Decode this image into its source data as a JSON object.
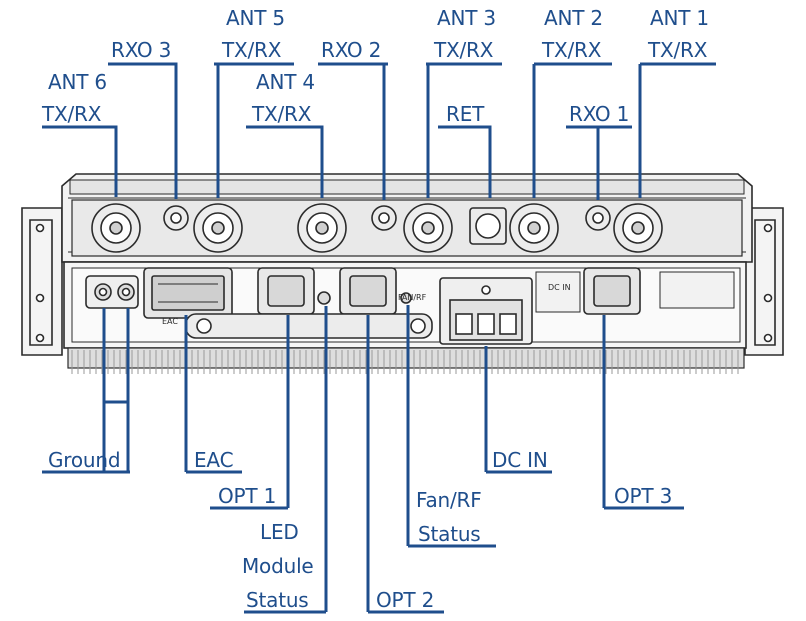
{
  "colors": {
    "callout": "#1f4e8c",
    "outline": "#2b2b2b",
    "fill": "#ececec",
    "fin": "#9a9a9a"
  },
  "labels": {
    "ant5": "ANT 5",
    "ant3": "ANT 3",
    "ant2": "ANT 2",
    "ant1": "ANT 1",
    "txrx": "TX/RX",
    "rxo3": "RXO 3",
    "rxo2": "RXO 2",
    "rxo1": "RXO 1",
    "ant6": "ANT 6",
    "ant4": "ANT 4",
    "ret": "RET",
    "ground": "Ground",
    "eac": "EAC",
    "opt1": "OPT 1",
    "led_module_status": [
      "LED",
      "Module",
      "Status"
    ],
    "opt2": "OPT 2",
    "fan_rf": "Fan/RF",
    "status": "Status",
    "dc_in": "DC IN",
    "opt3": "OPT 3"
  },
  "device_text": {
    "eac_port": "EAC",
    "fan_rf_led": "FAN/RF",
    "dc_in_panel": "DC IN"
  }
}
